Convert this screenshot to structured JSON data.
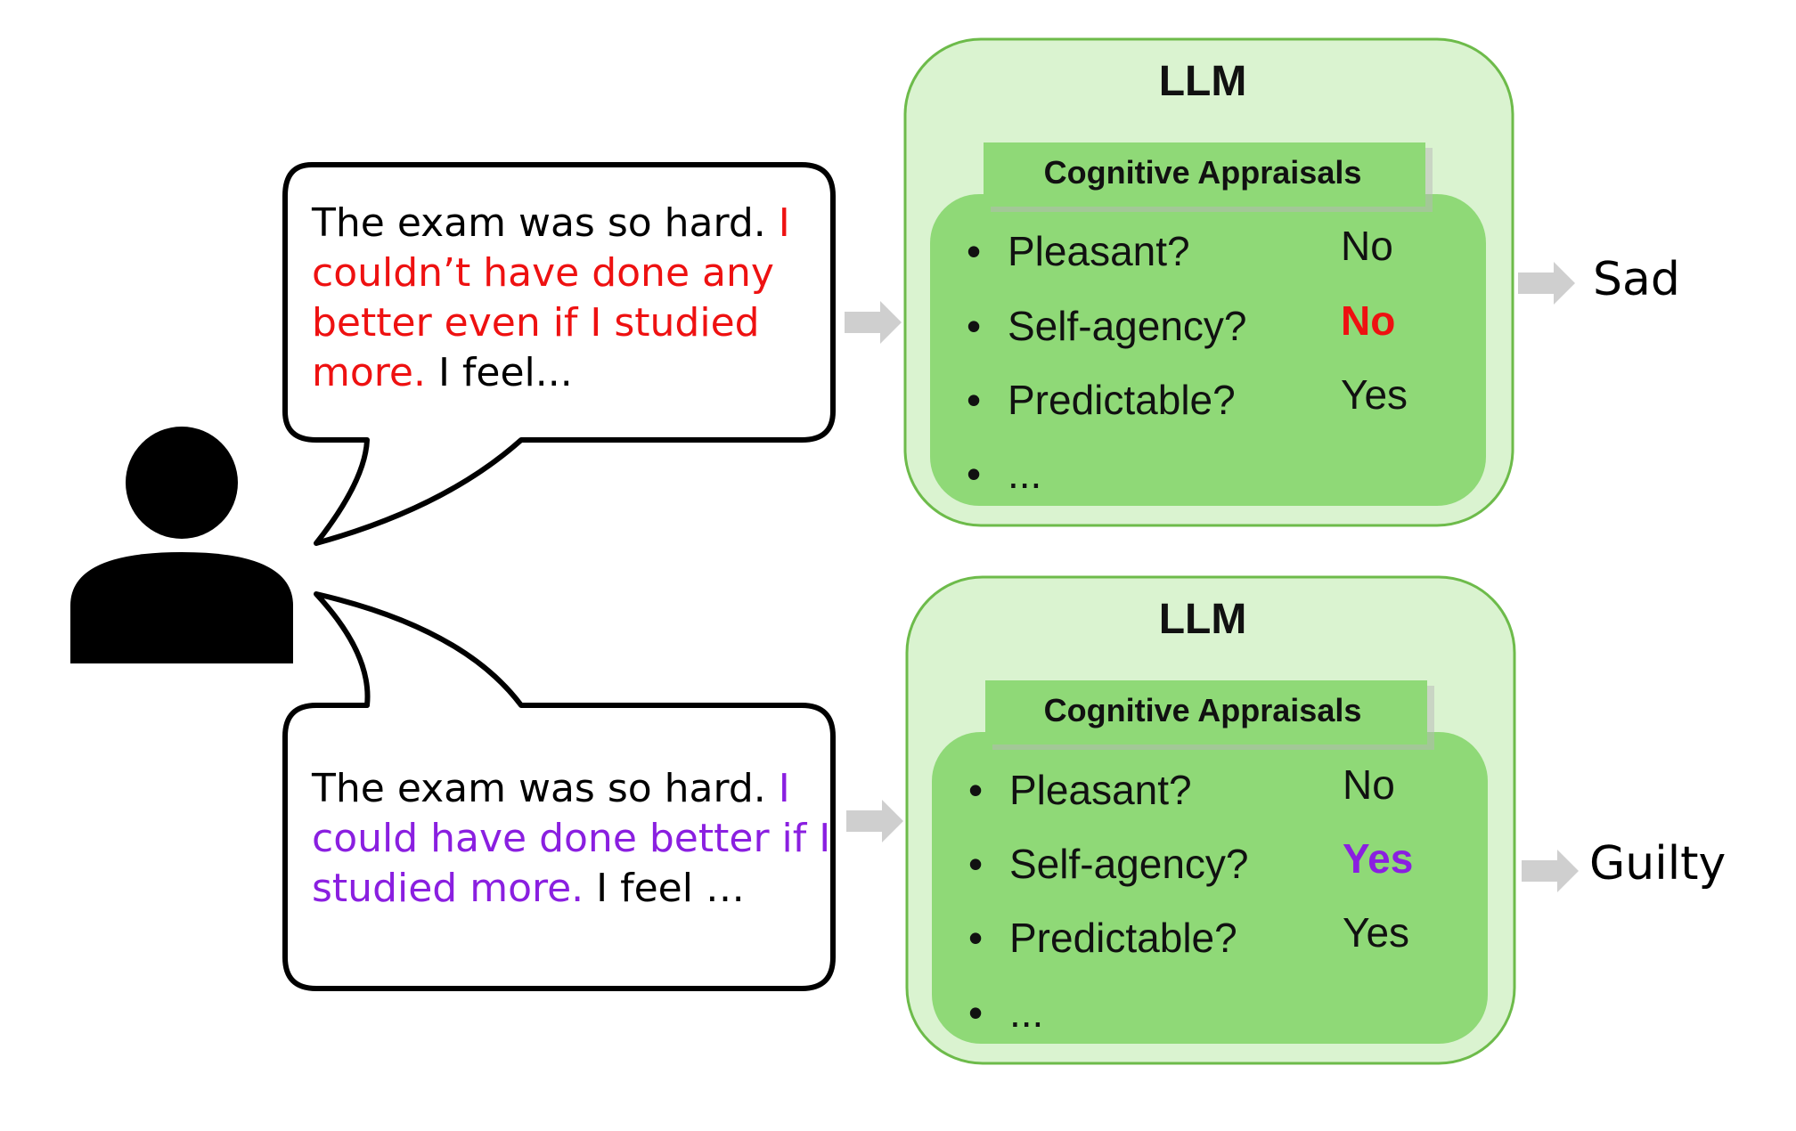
{
  "colors": {
    "red": "#ee1111",
    "purple": "#8a1fe0",
    "outer_green_fill": "#daf3d0",
    "outer_green_stroke": "#6dbb4a",
    "inner_green_fill": "#8fd977",
    "arrow_gray": "#cfcfcf"
  },
  "icons": [
    "person-icon",
    "arrow-right-icon"
  ],
  "scenarios": [
    {
      "utterance": {
        "prefix": "The exam was so hard. ",
        "highlight": "I couldn’t have done any better even if I studied more.",
        "suffix": " I feel..."
      },
      "llm": {
        "title": "LLM",
        "header": "Cognitive Appraisals",
        "appraisals": [
          {
            "question": "Pleasant?",
            "answer": "No"
          },
          {
            "question": "Self-agency?",
            "answer": "No"
          },
          {
            "question": "Predictable?",
            "answer": "Yes"
          },
          {
            "question": "...",
            "answer": ""
          }
        ]
      },
      "emotion": "Sad"
    },
    {
      "utterance": {
        "prefix": "The exam was so hard. ",
        "highlight": "I could have done better if I studied more.",
        "suffix": " I feel …"
      },
      "llm": {
        "title": "LLM",
        "header": "Cognitive Appraisals",
        "appraisals": [
          {
            "question": "Pleasant?",
            "answer": "No"
          },
          {
            "question": "Self-agency?",
            "answer": "Yes"
          },
          {
            "question": "Predictable?",
            "answer": "Yes"
          },
          {
            "question": "...",
            "answer": ""
          }
        ]
      },
      "emotion": "Guilty"
    }
  ]
}
